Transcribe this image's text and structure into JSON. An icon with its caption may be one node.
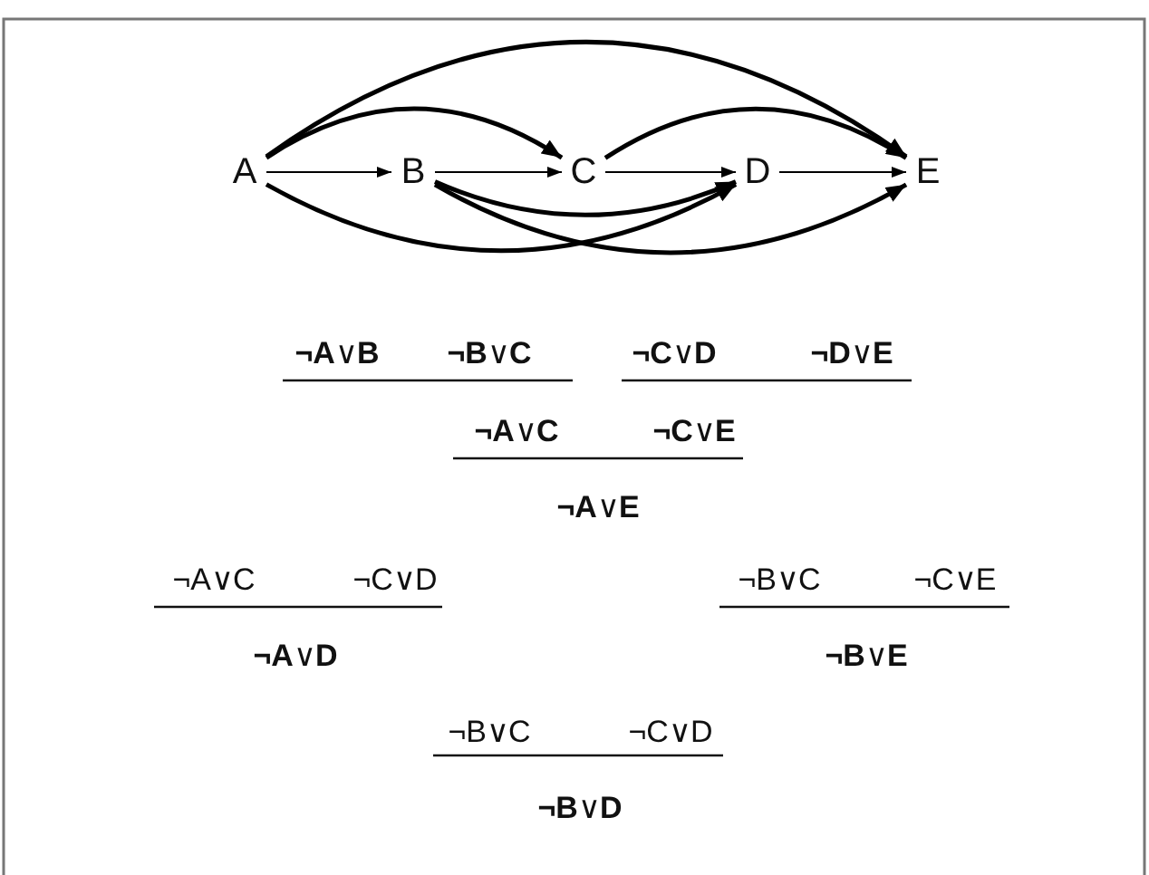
{
  "diagram": {
    "nodes": [
      {
        "text": [
          "A"
        ]
      },
      {
        "text": [
          "B"
        ]
      },
      {
        "text": [
          "C"
        ]
      },
      {
        "text": [
          "D"
        ]
      },
      {
        "text": [
          "E"
        ]
      }
    ],
    "edges": [
      {
        "from": 0,
        "to": 1,
        "arrow": "to"
      },
      {
        "from": 1,
        "to": 2,
        "arrow": "to"
      },
      {
        "from": 2,
        "to": 3,
        "arrow": "to"
      },
      {
        "from": 3,
        "to": 4,
        "arrow": "to"
      },
      {
        "from": 0,
        "to": 4,
        "arrow": "to"
      },
      {
        "from": 0,
        "to": 2,
        "arrow": "to"
      },
      {
        "from": 2,
        "to": 4,
        "arrow": "to"
      },
      {
        "from": 0,
        "to": 3,
        "arrow": "to"
      },
      {
        "from": 1,
        "to": 3,
        "arrow": "to"
      },
      {
        "from": 1,
        "to": 4,
        "arrow": "to"
      }
    ],
    "labels": [
      "**¬A**∨**B**",
      "**¬B**∨**C**",
      "**¬C**∨**D**",
      "**¬D**∨**E**",
      "**¬A**∨**C**",
      "**¬C**∨**E**",
      "**¬A**∨**E**",
      "¬A∨C",
      "¬C∨D",
      "¬B∨C",
      "¬C∨E",
      "**¬A**∨**D**",
      "**¬B**∨**E**",
      "¬B∨C",
      "¬C∨D",
      "**¬B**∨**D**"
    ]
  }
}
